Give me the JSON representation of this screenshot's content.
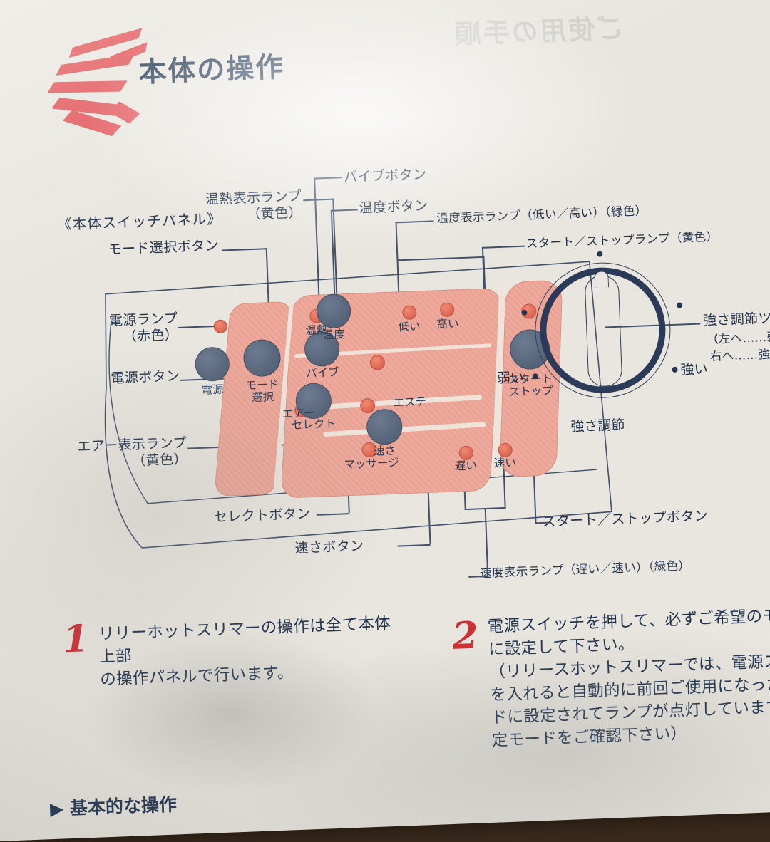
{
  "header": {
    "title": "本体の操作",
    "logo_icon": "red-wing-stripes-logo",
    "show_through_text": "ご使用の手順"
  },
  "diagram": {
    "caption": "《本体スイッチパネル》",
    "callouts": {
      "power_lamp": "電源ランプ\n（赤色）",
      "power_button": "電源ボタン",
      "air_lamp": "エアー表示ランプ\n（黄色）",
      "mode_button": "モード選択ボタン",
      "heat_lamp": "温熱表示ランプ\n（黄色）",
      "vibe_button": "バイブボタン",
      "temp_button": "温度ボタン",
      "temp_lamp": "温度表示ランプ（低い／高い）（緑色）",
      "start_stop_lamp": "スタート／ストップランプ（黄色）",
      "select_button": "セレクトボタン",
      "speed_button": "速さボタン",
      "speed_lamp": "速度表示ランプ（遅い／速い）（緑色）",
      "start_stop_button": "スタート／ストップボタン",
      "dial_knob": "強さ調節ツマ",
      "dial_knob_left": "（左へ……弱",
      "dial_knob_right": "右へ……強"
    },
    "panel_labels": {
      "power": "電源",
      "mode_select": "モード\n選択",
      "air": "エアー",
      "heat": "温熱",
      "temperature": "温度",
      "low": "低い",
      "high": "高い",
      "vibe": "バイブ",
      "esthe": "エステ",
      "select": "セレクト",
      "massage": "マッサージ",
      "speed": "速さ",
      "slow": "遅い",
      "fast": "速い",
      "start_stop": "スタート\nストップ"
    },
    "dial": {
      "weak": "弱い",
      "strong": "強い",
      "caption": "強さ調節"
    }
  },
  "steps": [
    {
      "number": "1",
      "text": "リリーホットスリマーの操作は全て本体上部\nの操作パネルで行います。"
    },
    {
      "number": "2",
      "text": "電源スイッチを押して、必ずご希望のモー\nに設定して下さい。\n（リリースホットスリマーでは、電源スイ\nを入れると自動的に前回ご使用になった\nドに設定されてランプが点灯しています\n定モードをご確認下さい）"
    }
  ],
  "footer": {
    "next_section": "▶ 基本的な操作"
  },
  "colors": {
    "accent_red": "#cf2e33",
    "logo_red": "#e2565a",
    "ink_blue": "#1f3350",
    "panel_pink": "#eaa89a",
    "button_slate": "#5a687e",
    "lamp_red": "#e06a56",
    "dial_navy": "#2b3a58",
    "paper": "#e9e6df"
  }
}
